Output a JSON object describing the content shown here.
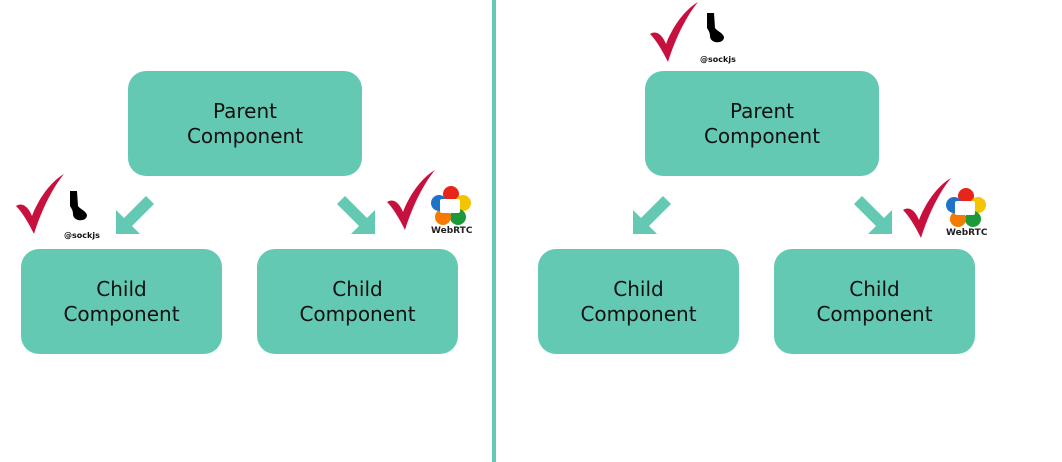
{
  "colors": {
    "node_fill": "#63c9b3",
    "node_text": "#111111",
    "arrow": "#63c9b3",
    "divider": "#63c9b3",
    "check": "#c8103e"
  },
  "left_diagram": {
    "parent": {
      "line1": "Parent",
      "line2": "Component"
    },
    "children": [
      {
        "line1": "Child",
        "line2": "Component",
        "badge": "sockjs"
      },
      {
        "line1": "Child",
        "line2": "Component",
        "badge": "webrtc"
      }
    ]
  },
  "right_diagram": {
    "parent": {
      "line1": "Parent",
      "line2": "Component",
      "badge": "sockjs"
    },
    "children": [
      {
        "line1": "Child",
        "line2": "Component"
      },
      {
        "line1": "Child",
        "line2": "Component",
        "badge": "webrtc"
      }
    ]
  },
  "badges": {
    "sockjs_label": "@sockjs",
    "webrtc_label": "WebRTC",
    "check_icon": "check-mark-icon",
    "sockjs_icon": "sockjs-logo-icon",
    "webrtc_icon": "webrtc-logo-icon"
  }
}
